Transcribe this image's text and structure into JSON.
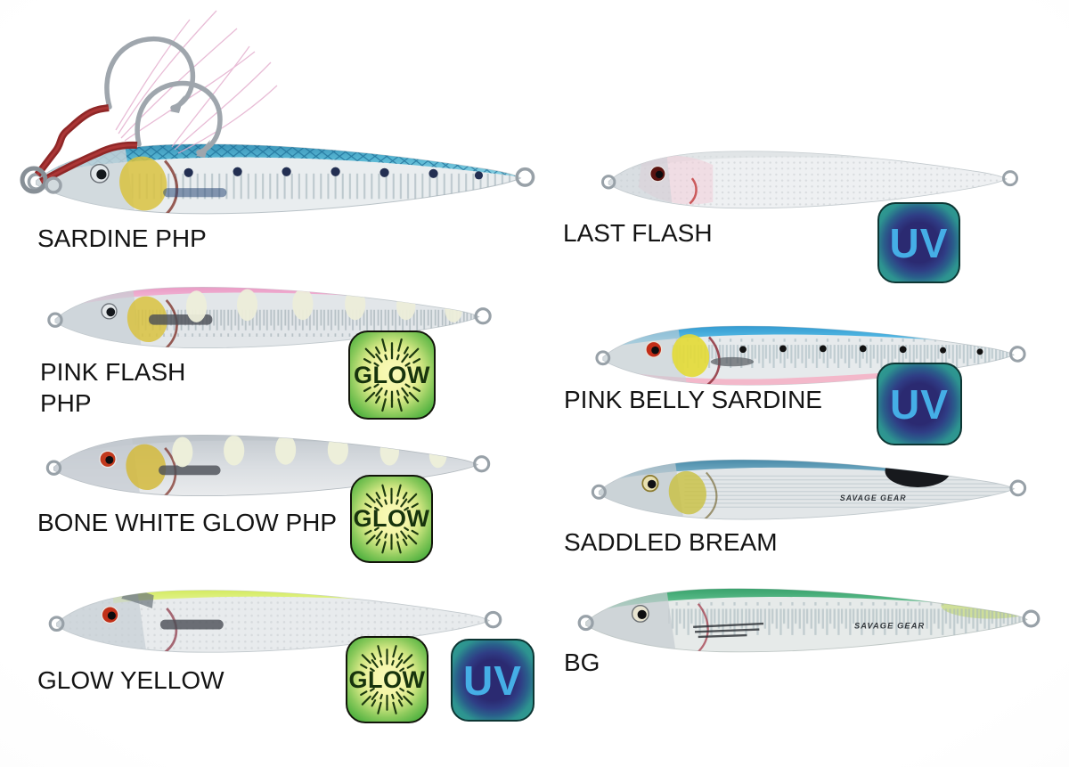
{
  "badges": {
    "glow": {
      "label": "GLOW",
      "edge_color": "#4bab3a",
      "center_color": "#f9fab8",
      "text_color": "#17330d"
    },
    "uv": {
      "label": "UV",
      "edge_color": "#31a092",
      "center_color": "#2b2a71",
      "text_color": "#45aee6"
    }
  },
  "brand_mark": "SAVAGE GEAR",
  "label_text_color": "#141414",
  "products": [
    {
      "name": "SARDINE PHP",
      "label_line1": "SARDINE PHP",
      "label_line2": "",
      "badges": [],
      "hardware": "twin assist hooks with red cord and pink flash fibers",
      "colors": {
        "back": "#3a93bc",
        "body": "#e9edef",
        "spots": "#232f52"
      }
    },
    {
      "name": "LAST FLASH",
      "label_line1": "LAST FLASH",
      "label_line2": "",
      "badges": [
        "UV"
      ],
      "colors": {
        "body": "#edeff1",
        "head_tint": "#f3cdd8"
      }
    },
    {
      "name": "PINK FLASH PHP",
      "label_line1": "PINK FLASH",
      "label_line2": "PHP",
      "badges": [
        "GLOW"
      ],
      "colors": {
        "back": "#ec9fc6",
        "body": "#dfe3e6",
        "glow_spots": "#edeeda"
      }
    },
    {
      "name": "PINK BELLY SARDINE",
      "label_line1": "PINK BELLY SARDINE",
      "label_line2": "",
      "badges": [
        "UV"
      ],
      "colors": {
        "back": "#2f9fd4",
        "body": "#e6eaec",
        "belly": "#f3b8ca",
        "spots": "#111111"
      }
    },
    {
      "name": "BONE WHITE GLOW PHP",
      "label_line1": "BONE WHITE GLOW PHP",
      "label_line2": "",
      "badges": [
        "GLOW"
      ],
      "colors": {
        "body": "#d7dbdf",
        "glow_spots": "#eef0da"
      }
    },
    {
      "name": "SADDLED BREAM",
      "label_line1": "SADDLED BREAM",
      "label_line2": "",
      "badges": [],
      "body_text": "SAVAGE GEAR",
      "colors": {
        "back": "#4488a9",
        "body": "#e2e6e8",
        "saddle_spot": "#17191d"
      }
    },
    {
      "name": "GLOW YELLOW",
      "label_line1": "GLOW YELLOW",
      "label_line2": "",
      "badges": [
        "GLOW",
        "UV"
      ],
      "colors": {
        "back": "#d2e95e",
        "body": "#e8ebed"
      }
    },
    {
      "name": "BG",
      "label_line1": "BG",
      "label_line2": "",
      "badges": [],
      "body_text": "SAVAGE GEAR",
      "colors": {
        "back": "#2f9e66",
        "body": "#e6eae9"
      }
    }
  ]
}
